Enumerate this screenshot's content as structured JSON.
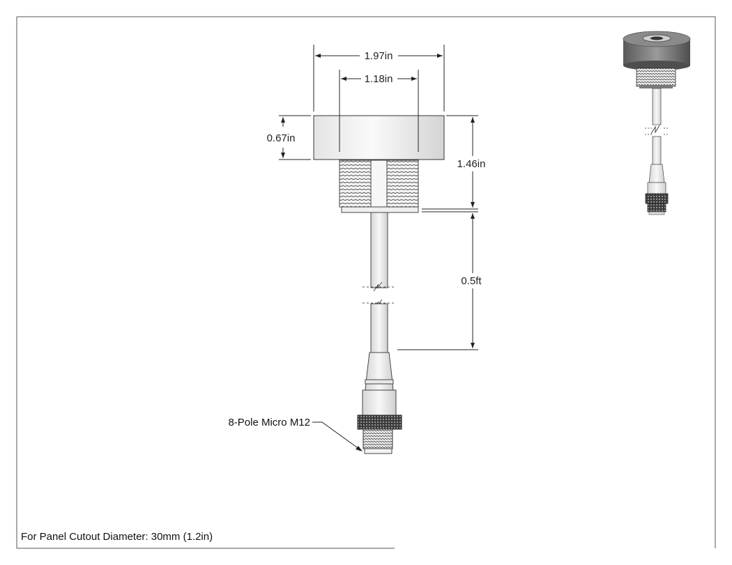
{
  "dimensions": {
    "overall_width": "1.97in",
    "thread_width": "1.18in",
    "flange_height": "0.67in",
    "body_height": "1.46in",
    "cable_length": "0.5ft"
  },
  "labels": {
    "connector": "8-Pole Micro M12",
    "panel_cutout": "For Panel Cutout Diameter: 30mm (1.2in)"
  },
  "colors": {
    "line": "#222222",
    "flange_light": "#f2f2f2",
    "flange_dark": "#cfcfcf",
    "iso_body": "#6e6e6e",
    "knurl": "#2b2b2b"
  },
  "icons": [
    "break-symbol",
    "leader-arrow"
  ]
}
